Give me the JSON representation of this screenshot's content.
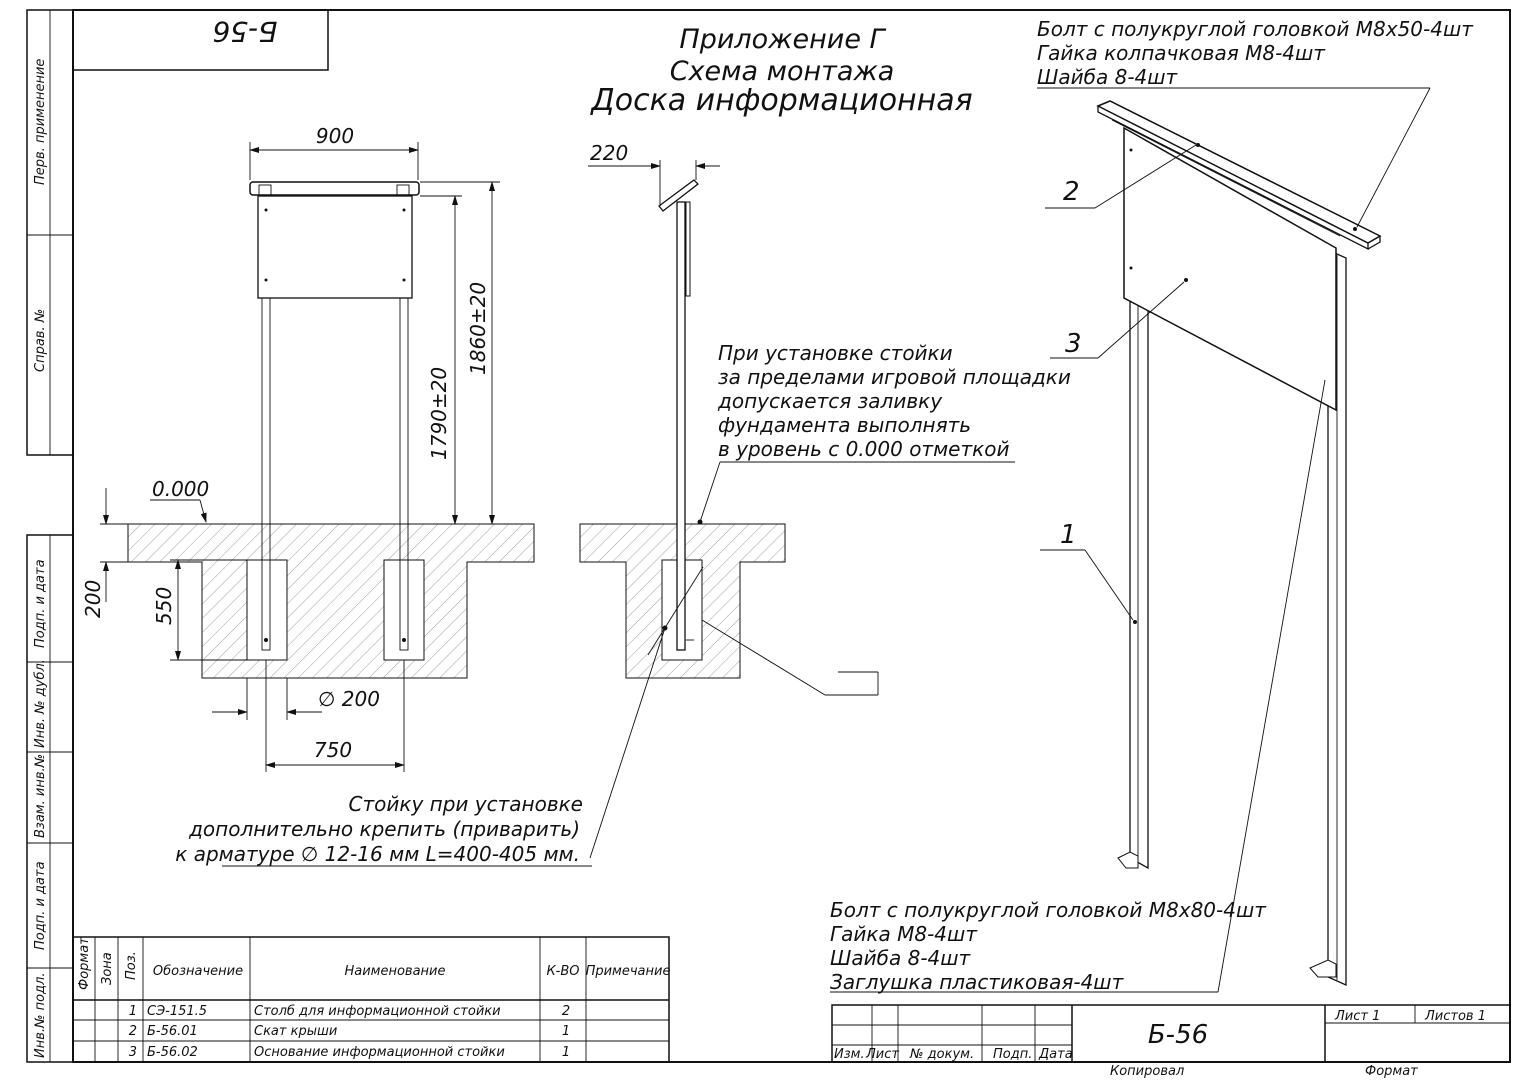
{
  "sheet": {
    "code_stamp": "Б-56",
    "title_line1": "Приложение Г",
    "title_line2": "Схема монтажа",
    "title_line3": "Доска информационная"
  },
  "side_labels": [
    "Перв. применение",
    "Справ. №",
    "Подп. и дата",
    "Инв. № дубл.",
    "Взам. инв.№",
    "Подп. и дата",
    "Инв.№ подл."
  ],
  "top_hardware": [
    "Болт с полукруглой головкой М8х50-4шт",
    "Гайка колпачковая М8-4шт",
    "Шайба 8-4шт"
  ],
  "bottom_hardware": [
    "Болт с полукруглой головкой М8х80-4шт",
    "Гайка  М8-4шт",
    "Шайба 8-4шт",
    "Заглушка пластиковая-4шт"
  ],
  "dimensions": {
    "width": "900",
    "depth": "220",
    "height_full": "1860",
    "height_full_tol": "±20",
    "height_board": "1790",
    "height_board_tol": "±20",
    "level": "0.000",
    "found_depth": "200",
    "embed_depth": "550",
    "hole_diam": "∅ 200",
    "post_spacing": "750"
  },
  "notes": {
    "install_note": [
      "При установке стойки",
      "за пределами игровой площадки",
      "допускается заливку",
      "фундамента выполнять",
      "в уровень с 0.000 отметкой"
    ],
    "weld_note": [
      "Стойку при установке",
      "дополнительно крепить (приварить)",
      "к арматуре ∅ 12-16 мм L=400-405 мм."
    ]
  },
  "positions": [
    "1",
    "2",
    "3"
  ],
  "spec_table": {
    "headers": [
      "Формат",
      "Зона",
      "Поз.",
      "Обозначение",
      "Наименование",
      "К-ВО",
      "Примечание"
    ],
    "rows": [
      {
        "pos": "1",
        "code": "СЭ-151.5",
        "name": "Столб для информационной стойки",
        "qty": "2"
      },
      {
        "pos": "2",
        "code": "Б-56.01",
        "name": "Скат крыши",
        "qty": "1"
      },
      {
        "pos": "3",
        "code": "Б-56.02",
        "name": "Основание информационной стойки",
        "qty": "1"
      }
    ]
  },
  "title_block": {
    "designation": "Б-56",
    "sheet_label": "Лист 1",
    "sheets_label": "Листов 1",
    "col_izm": "Изм.",
    "col_list": "Лист",
    "col_doc": "№ докум.",
    "col_sign": "Подп.",
    "col_date": "Дата",
    "copied": "Копировал",
    "format": "Формат"
  }
}
